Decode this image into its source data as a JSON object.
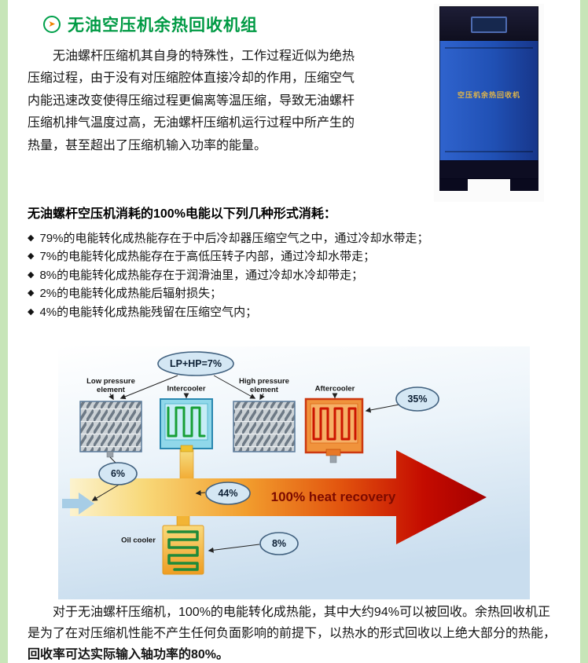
{
  "page": {
    "title": "无油空压机余热回收机组"
  },
  "colors": {
    "title_green": "#009a44",
    "edge_green": "#c7e5b8",
    "arrow_red": "#c40b00",
    "heat_text_red": "#7c0a00"
  },
  "intro": {
    "text": "无油螺杆压缩机其自身的特殊性，工作过程近似为绝热压缩过程，由于没有对压缩腔体直接冷却的作用，压缩空气内能迅速改变使得压缩过程更偏离等温压缩，导致无油螺杆压缩机排气温度过高，无油螺杆压缩机运行过程中所产生的热量，甚至超出了压缩机输入功率的能量。"
  },
  "machine": {
    "label": "空压机余热回收机"
  },
  "consumption": {
    "heading": "无油螺杆空压机消耗的100%电能以下列几种形式消耗：",
    "marker": "◆",
    "items": [
      "79%的电能转化成热能存在于中后冷却器压缩空气之中，通过冷却水带走；",
      "7%的电能转化成热能存在于高低压转子内部，通过冷却水带走；",
      "8%的电能转化成热能存在于润滑油里，通过冷却水冷却带走；",
      "2%的电能转化成热能后辐射损失；",
      "4%的电能转化成热能残留在压缩空气内；"
    ]
  },
  "diagram": {
    "lp_hp_label": "LP+HP=7%",
    "low_pressure_label": "Low pressure element",
    "intercooler_label": "Intercooler",
    "high_pressure_label": "High pressure element",
    "aftercooler_label": "Aftercooler",
    "aftercooler_pct": "35%",
    "low_pressure_pct": "6%",
    "intercooler_pct": "44%",
    "oil_cooler_pct": "8%",
    "heat_recovery_label": "100% heat recovery",
    "oil_cooler_label": "Oil cooler"
  },
  "closing": {
    "text": "对于无油螺杆压缩机，100%的电能转化成热能，其中大约94%可以被回收。余热回收机正是为了在对压缩机性能不产生任何负面影响的前提下，以热水的形式回收以上绝大部分的热能，",
    "bold": "回收率可达实际输入轴功率的80%。"
  }
}
